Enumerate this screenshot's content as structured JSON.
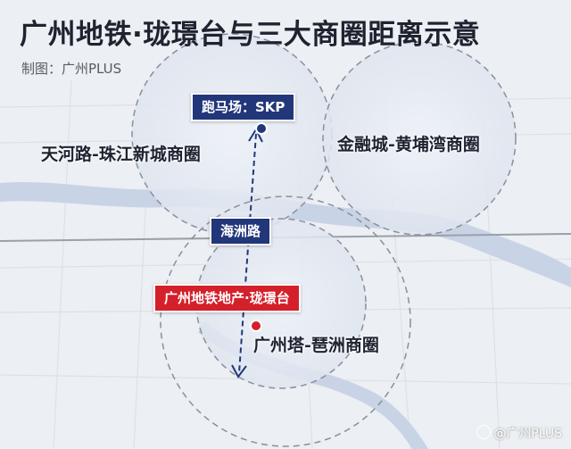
{
  "header": {
    "title": "广州地铁·珑璟台与三大商圈距离示意",
    "subtitle": "制图：广州PLUS"
  },
  "labels": {
    "skp_tag": "跑马场：SKP",
    "tianhe_area": "天河路-珠江新城商圈",
    "jinrong_area": "金融城-黄埔湾商圈",
    "haizhou_tag": "海洲路",
    "project_tag": "广州地铁地产·珑璟台",
    "tower_area": "广州塔-琶洲商圈"
  },
  "watermark": {
    "text": "@广州PLUS"
  },
  "colors": {
    "navy": "#22367a",
    "red": "#d4202a",
    "river": "#c9d3e6",
    "circle_stroke": "#8a8f99"
  },
  "icons": {
    "watermark_icon": "logo-circle-icon",
    "arrow": "dashed-double-arrow-icon"
  }
}
